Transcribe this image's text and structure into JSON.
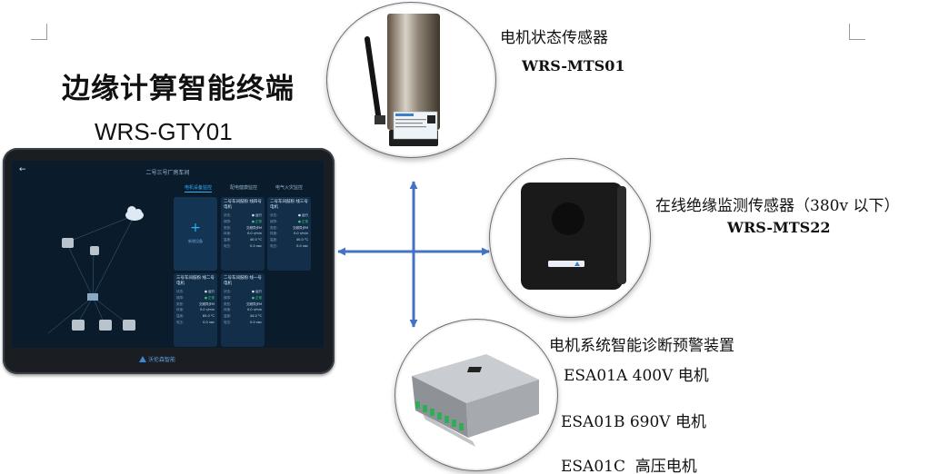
{
  "edge_terminal": {
    "name": "边缘计算智能终端",
    "model": "WRS-GTY01"
  },
  "sensors": [
    {
      "name": "电机状态传感器",
      "model": "WRS-MTS01"
    },
    {
      "name": "在线绝缘监测传感器（380v 以下）",
      "model": "WRS-MTS22"
    }
  ],
  "diagnostic_device": {
    "name": "电机系统智能诊断预警装置",
    "variants": [
      "ESA01A 400V 电机",
      "ESA01B 690V 电机",
      "ESA01C  高压电机"
    ]
  },
  "screen": {
    "title": "二号三号厂房车间",
    "back": "←",
    "tabs": [
      "电机设备监控",
      "配电健康监控",
      "电气火灾监控"
    ],
    "add_label": "新增设备",
    "cards": [
      {
        "title": "二号车间鼓粉 线四号电机",
        "rows": [
          [
            "状态:",
            "● 运行"
          ],
          [
            "故障:",
            "● 正常"
          ],
          [
            "类型:",
            "交频异步M"
          ],
          [
            "转速:",
            "0.0 r/min"
          ],
          [
            "温度:",
            "40.0 °C"
          ],
          [
            "电压:",
            "0.0 vac"
          ]
        ]
      },
      {
        "title": "二号车间鼓粉 线三号电机",
        "rows": [
          [
            "状态:",
            "● 运行"
          ],
          [
            "故障:",
            "● 正常"
          ],
          [
            "类型:",
            "交频异步M"
          ],
          [
            "转速:",
            "0.0 r/min"
          ],
          [
            "温度:",
            "40.0 °C"
          ],
          [
            "电压:",
            "0.0 vac"
          ]
        ]
      },
      {
        "title": "三号车间鼓粉 线二号电机",
        "rows": [
          [
            "状态:",
            "● 运行"
          ],
          [
            "故障:",
            "● 正常"
          ],
          [
            "类型:",
            "交频异步M"
          ],
          [
            "转速:",
            "0.0 r/min"
          ],
          [
            "温度:",
            "65.0 °C"
          ],
          [
            "电压:",
            "0.0 vac"
          ]
        ]
      },
      {
        "title": "二号车间鼓粉 线一号电机",
        "rows": [
          [
            "状态:",
            "● 运行"
          ],
          [
            "故障:",
            "● 正常"
          ],
          [
            "类型:",
            "交频异步M"
          ],
          [
            "转速:",
            "0.0 r/min"
          ],
          [
            "温度:",
            "44.0 °C"
          ],
          [
            "电压:",
            "0.0 vac"
          ]
        ]
      }
    ],
    "brand": "沃伦森智能"
  },
  "colors": {
    "arrow": "#4472c4",
    "screen_bg": "#0a1b2b",
    "accent": "#2fb3ff",
    "card_bg": "#132e49"
  }
}
